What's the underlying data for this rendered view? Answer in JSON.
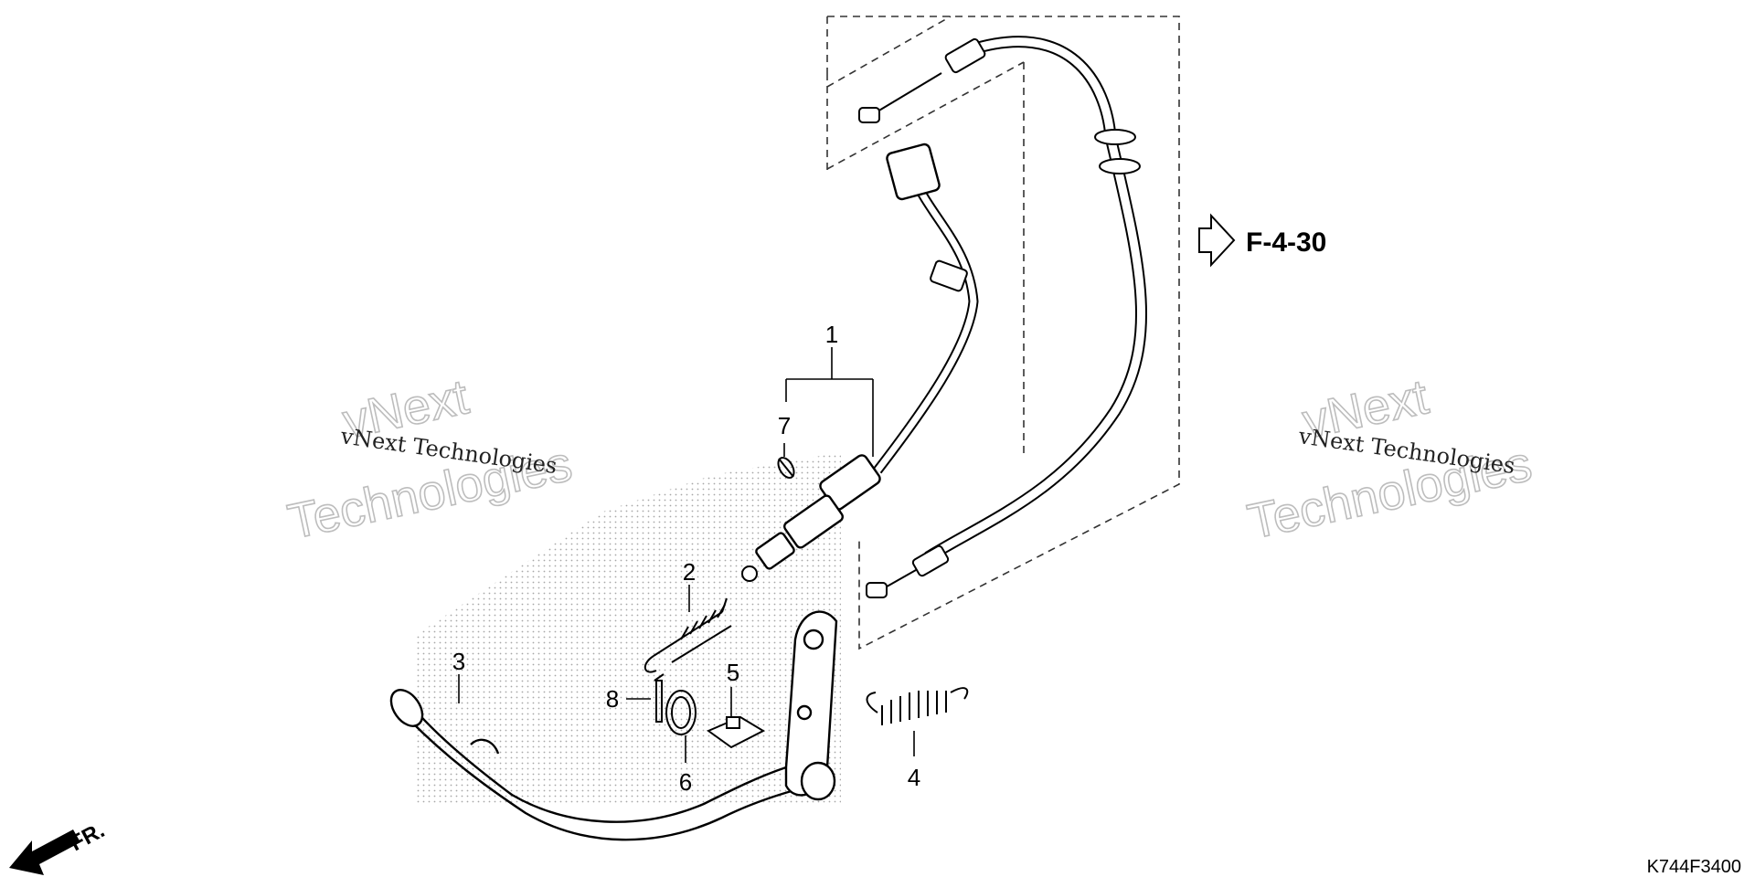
{
  "diagram": {
    "reference": "F-4-30",
    "code": "K744F3400",
    "direction_label": "FR.",
    "watermark_brand": "vNext",
    "watermark_word": "Technologies",
    "watermark_caption": "vNext Technologies"
  },
  "callouts": [
    "1",
    "2",
    "3",
    "4",
    "5",
    "6",
    "7",
    "8"
  ]
}
